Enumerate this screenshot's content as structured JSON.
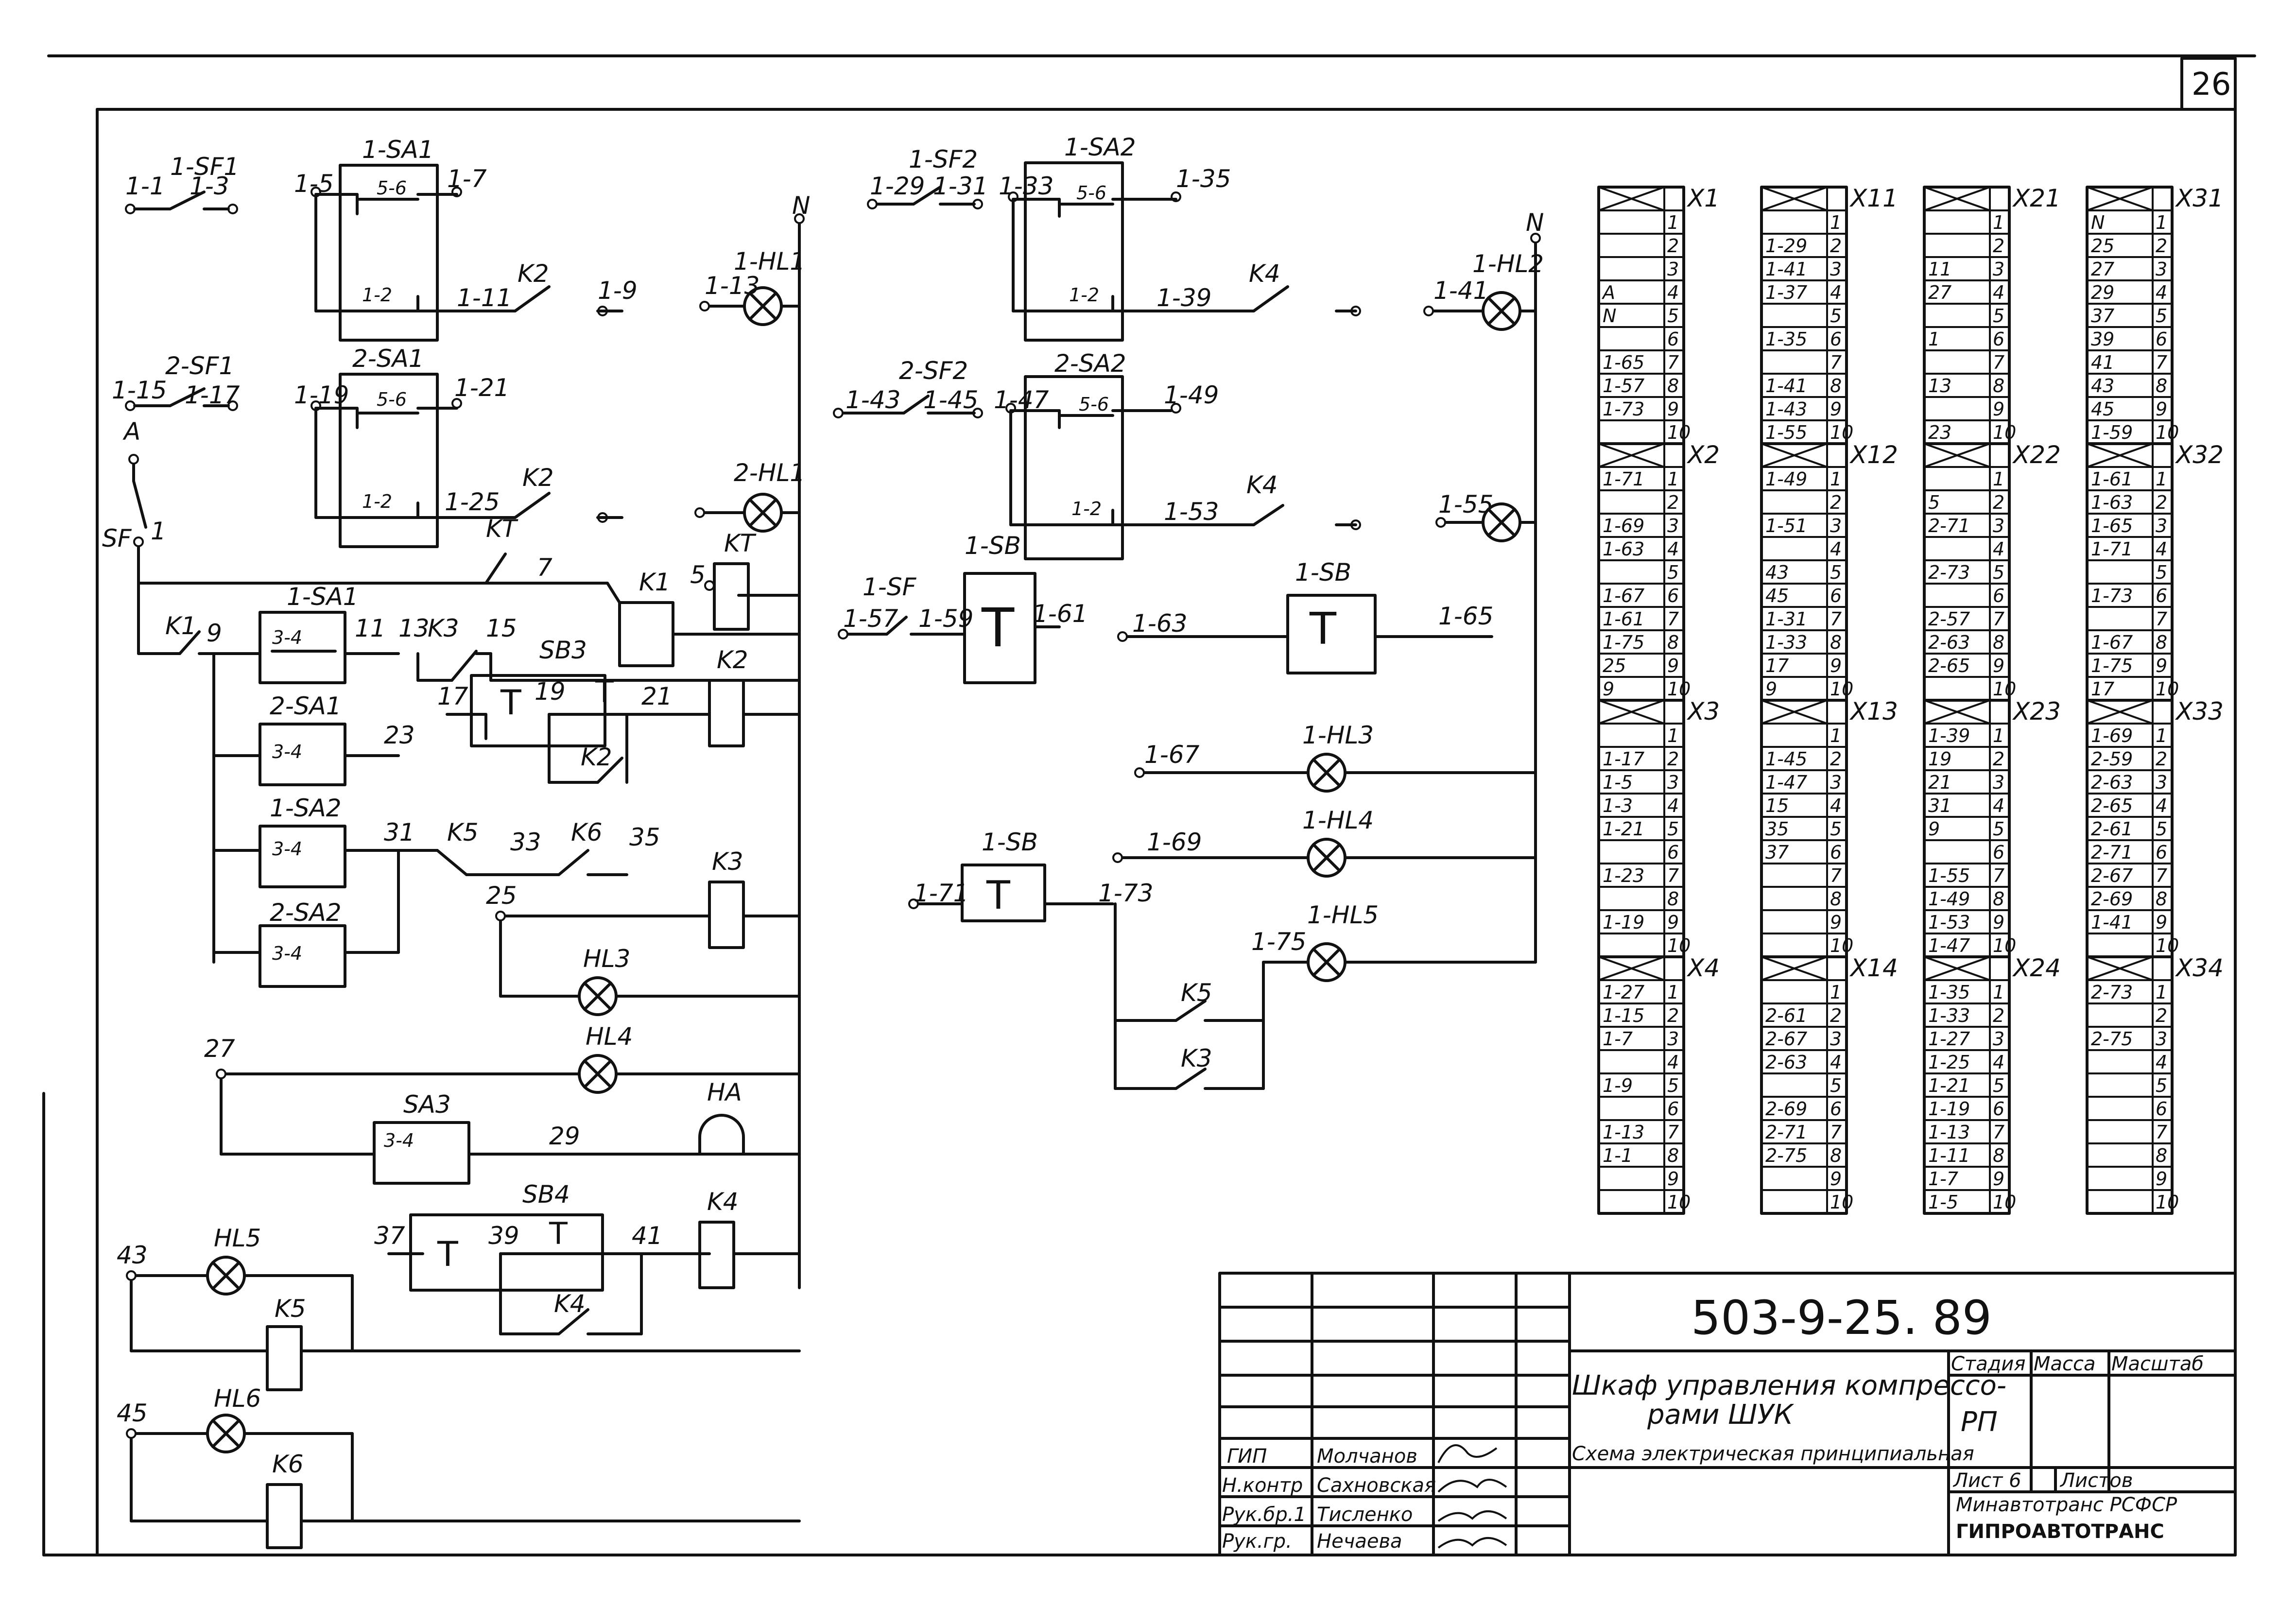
{
  "sheet": {
    "number": "26"
  },
  "nodes": {
    "n1": "1-1",
    "n3": "1-3",
    "n5": "1-5",
    "n7": "1-7",
    "n9": "1-9",
    "n11": "1-11",
    "n13": "1-13",
    "n15": "1-15",
    "n17": "1-17",
    "n19": "1-19",
    "n21": "1-21",
    "n25": "1-25",
    "n29": "1-29",
    "n31": "1-31",
    "n33": "1-33",
    "n35": "1-35",
    "n39": "1-39",
    "n41": "1-41",
    "n43": "1-43",
    "n45": "1-45",
    "n47": "1-47",
    "n49": "1-49",
    "n53": "1-53",
    "n55": "1-55",
    "n57": "1-57",
    "n59": "1-59",
    "n61": "1-61",
    "n63": "1-63",
    "n65": "1-65",
    "n67": "1-67",
    "n69": "1-69",
    "n71": "1-71",
    "n73": "1-73",
    "n75": "1-75",
    "w1": "1",
    "w5": "5",
    "w7": "7",
    "w9": "9",
    "w11": "11",
    "w13": "13",
    "w15": "15",
    "w17": "17",
    "w19": "19",
    "w21": "21",
    "w23": "23",
    "w25": "25",
    "w27": "27",
    "w29": "29",
    "w31": "31",
    "w33": "33",
    "w35": "35",
    "w37": "37",
    "w39": "39",
    "w41": "41",
    "w43": "43",
    "w45": "45",
    "N": "N",
    "A": "A"
  },
  "components": {
    "sf1_1": "1-SF1",
    "sf1_2": "2-SF1",
    "sf2_1": "1-SF2",
    "sf2_2": "2-SF2",
    "sa1_1": "1-SA1",
    "sa1_2": "2-SA1",
    "sa2_1": "1-SA2",
    "sa2_2": "2-SA2",
    "sa3": "SA3",
    "c56": "5-6",
    "c12": "1-2",
    "c34": "3-4",
    "hl1_1": "1-HL1",
    "hl1_2": "2-HL1",
    "hl2_1": "1-HL2",
    "hl3_1": "1-HL3",
    "hl4_1": "1-HL4",
    "hl5_1": "1-HL5",
    "hl3": "HL3",
    "hl4": "HL4",
    "hl5": "HL5",
    "hl6": "HL6",
    "ha": "HA",
    "k1": "K1",
    "k2": "K2",
    "k3": "K3",
    "k4": "K4",
    "k5": "K5",
    "k6": "K6",
    "kt": "KT",
    "sb3": "SB3",
    "sb4": "SB4",
    "sb1": "1-SB",
    "sf": "SF",
    "sf1": "1-SF"
  },
  "terminals": [
    {
      "name": "X1",
      "rows": [
        "",
        "1",
        "2",
        "3",
        "A 4",
        "N 5",
        "6",
        "1-65 7",
        "1-57 8",
        "1-73 9",
        "10"
      ]
    },
    {
      "name": "X2",
      "rows": [
        "",
        "1-71 1",
        "2",
        "1-69 3",
        "1-63 4",
        "5",
        "1-67 6",
        "1-61 7",
        "1-75 8",
        "25 9",
        "9 10"
      ]
    },
    {
      "name": "X3",
      "rows": [
        "",
        "1",
        "1-17 2",
        "1-5 3",
        "1-3 4",
        "1-21 5",
        "6",
        "1-23 7",
        "8",
        "1-19 9",
        "10"
      ]
    },
    {
      "name": "X4",
      "rows": [
        "",
        "1-27 1",
        "1-15 2",
        "1-7 3",
        "4",
        "1-9 5",
        "6",
        "1-13 7",
        "1-1 8",
        "9",
        "10"
      ]
    },
    {
      "name": "X11",
      "rows": [
        "",
        "1",
        "1-29 2",
        "1-41 3",
        "1-37 4",
        "5",
        "1-35 6",
        "7",
        "1-41 8",
        "1-43 9",
        "1-55 10"
      ]
    },
    {
      "name": "X12",
      "rows": [
        "",
        "1-49 1",
        "2",
        "1-51 3",
        "4",
        "43 5",
        "45 6",
        "1-31 7",
        "1-33 8",
        "17 9",
        "9 10"
      ]
    },
    {
      "name": "X13",
      "rows": [
        "",
        "1",
        "1-45 2",
        "1-47 3",
        "15 4",
        "35 5",
        "37 6",
        "7",
        "8",
        "9",
        "10"
      ]
    },
    {
      "name": "X14",
      "rows": [
        "",
        "1",
        "2-61 2",
        "2-67 3",
        "2-63 4",
        "5",
        "2-69 6",
        "2-71 7",
        "2-75 8",
        "9",
        "10"
      ]
    },
    {
      "name": "X21",
      "rows": [
        "",
        "1",
        "2",
        "11 3",
        "27 4",
        "5",
        "1 6",
        "7",
        "13 8",
        "9",
        "23 10"
      ]
    },
    {
      "name": "X22",
      "rows": [
        "",
        "1",
        "5 2",
        "2-71 3",
        "4",
        "2-73 5",
        "6",
        "2-57 7",
        "2-63 8",
        "2-65 9",
        "10"
      ]
    },
    {
      "name": "X23",
      "rows": [
        "",
        "1-39 1",
        "19 2",
        "21 3",
        "31 4",
        "9 5",
        "6",
        "1-55 7",
        "1-49 8",
        "1-53 9",
        "1-47 10"
      ]
    },
    {
      "name": "X24",
      "rows": [
        "",
        "1-35 1",
        "1-33 2",
        "1-27 3",
        "1-25 4",
        "1-21 5",
        "1-19 6",
        "1-13 7",
        "1-11 8",
        "1-7 9",
        "1-5 10"
      ]
    },
    {
      "name": "X31",
      "rows": [
        "",
        "N 1",
        "25 2",
        "27 3",
        "29 4",
        "37 5",
        "39 6",
        "41 7",
        "43 8",
        "45 9",
        "1-59 10"
      ]
    },
    {
      "name": "X32",
      "rows": [
        "",
        "1-61 1",
        "1-63 2",
        "1-65 3",
        "1-71 4",
        "5",
        "1-73 6",
        "7",
        "1-67 8",
        "1-75 9",
        "17 10"
      ]
    },
    {
      "name": "X33",
      "rows": [
        "",
        "1-69 1",
        "2-59 2",
        "2-63 3",
        "2-65 4",
        "2-61 5",
        "2-71 6",
        "2-67 7",
        "2-69 8",
        "1-41 9",
        "10"
      ]
    },
    {
      "name": "X34",
      "rows": [
        "",
        "2-73 1",
        "2",
        "2-75 3",
        "4",
        "5",
        "6",
        "7",
        "8",
        "9",
        "10"
      ]
    }
  ],
  "title_block": {
    "doc_number": "503-9-25. 89",
    "title_line1": "Шкаф управления компрессо-",
    "title_line2": "рами  ШУК",
    "subtitle": "Схема электрическая принципиальная",
    "stage_label": "Стадия",
    "mass_label": "Масса",
    "scale_label": "Масштаб",
    "stage_value": "РП",
    "sheet_label": "Лист 6",
    "sheets_label": "Листов",
    "org1": "Минавтотранс РСФСР",
    "org2": "ГИПРОАВТОТРАНС",
    "roles": [
      "ГИП",
      "Н.контр",
      "Рук.бр.1",
      "Рук.гр."
    ],
    "names": [
      "Молчанов",
      "Сахновская",
      "Тисленко",
      "Нечаева"
    ]
  }
}
